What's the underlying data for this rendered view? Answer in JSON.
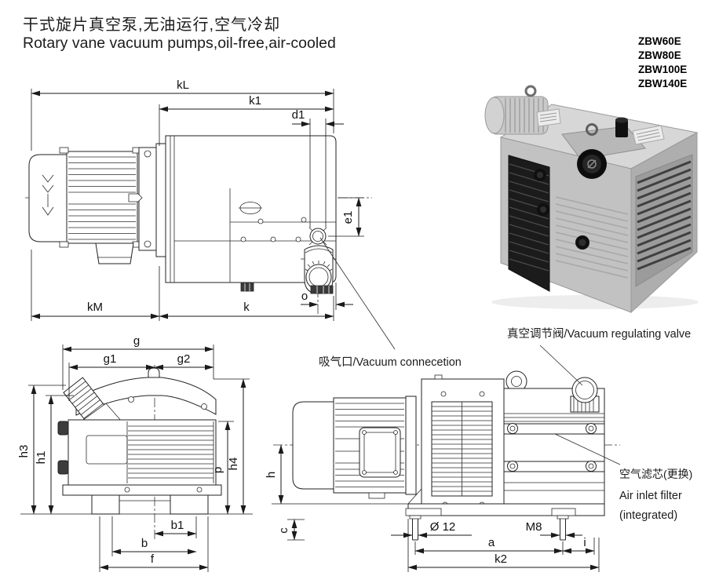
{
  "title": {
    "zh": "干式旋片真空泵,无油运行,空气冷却",
    "en": "Rotary vane vacuum pumps,oil-free,air-cooled"
  },
  "models": [
    "ZBW60E",
    "ZBW80E",
    "ZBW100E",
    "ZBW140E"
  ],
  "annotations": {
    "vacuum_connection": "吸气口/Vacuum connecetion",
    "regulating_valve": "真空调节阀/Vacuum regulating valve",
    "air_filter_line1": "空气滤芯(更换)",
    "air_filter_line2": "Air inlet filter",
    "air_filter_line3": "(integrated)"
  },
  "dims": {
    "side": {
      "kL": "kL",
      "k1": "k1",
      "d1": "d1",
      "e1": "e1",
      "kM": "kM",
      "k": "k",
      "o": "o"
    },
    "front": {
      "g": "g",
      "g1": "g1",
      "g2": "g2",
      "h3": "h3",
      "h1": "h1",
      "p": "p",
      "h4": "h4",
      "b1": "b1",
      "b": "b",
      "f": "f"
    },
    "rear": {
      "h": "h",
      "c": "c",
      "dia": "Ø 12",
      "m8": "M8",
      "a": "a",
      "i": "i",
      "k2": "k2"
    }
  },
  "colors": {
    "line": "#222222",
    "body_gray": "#c2c2c2",
    "grille_dark": "#1b1b1b"
  }
}
